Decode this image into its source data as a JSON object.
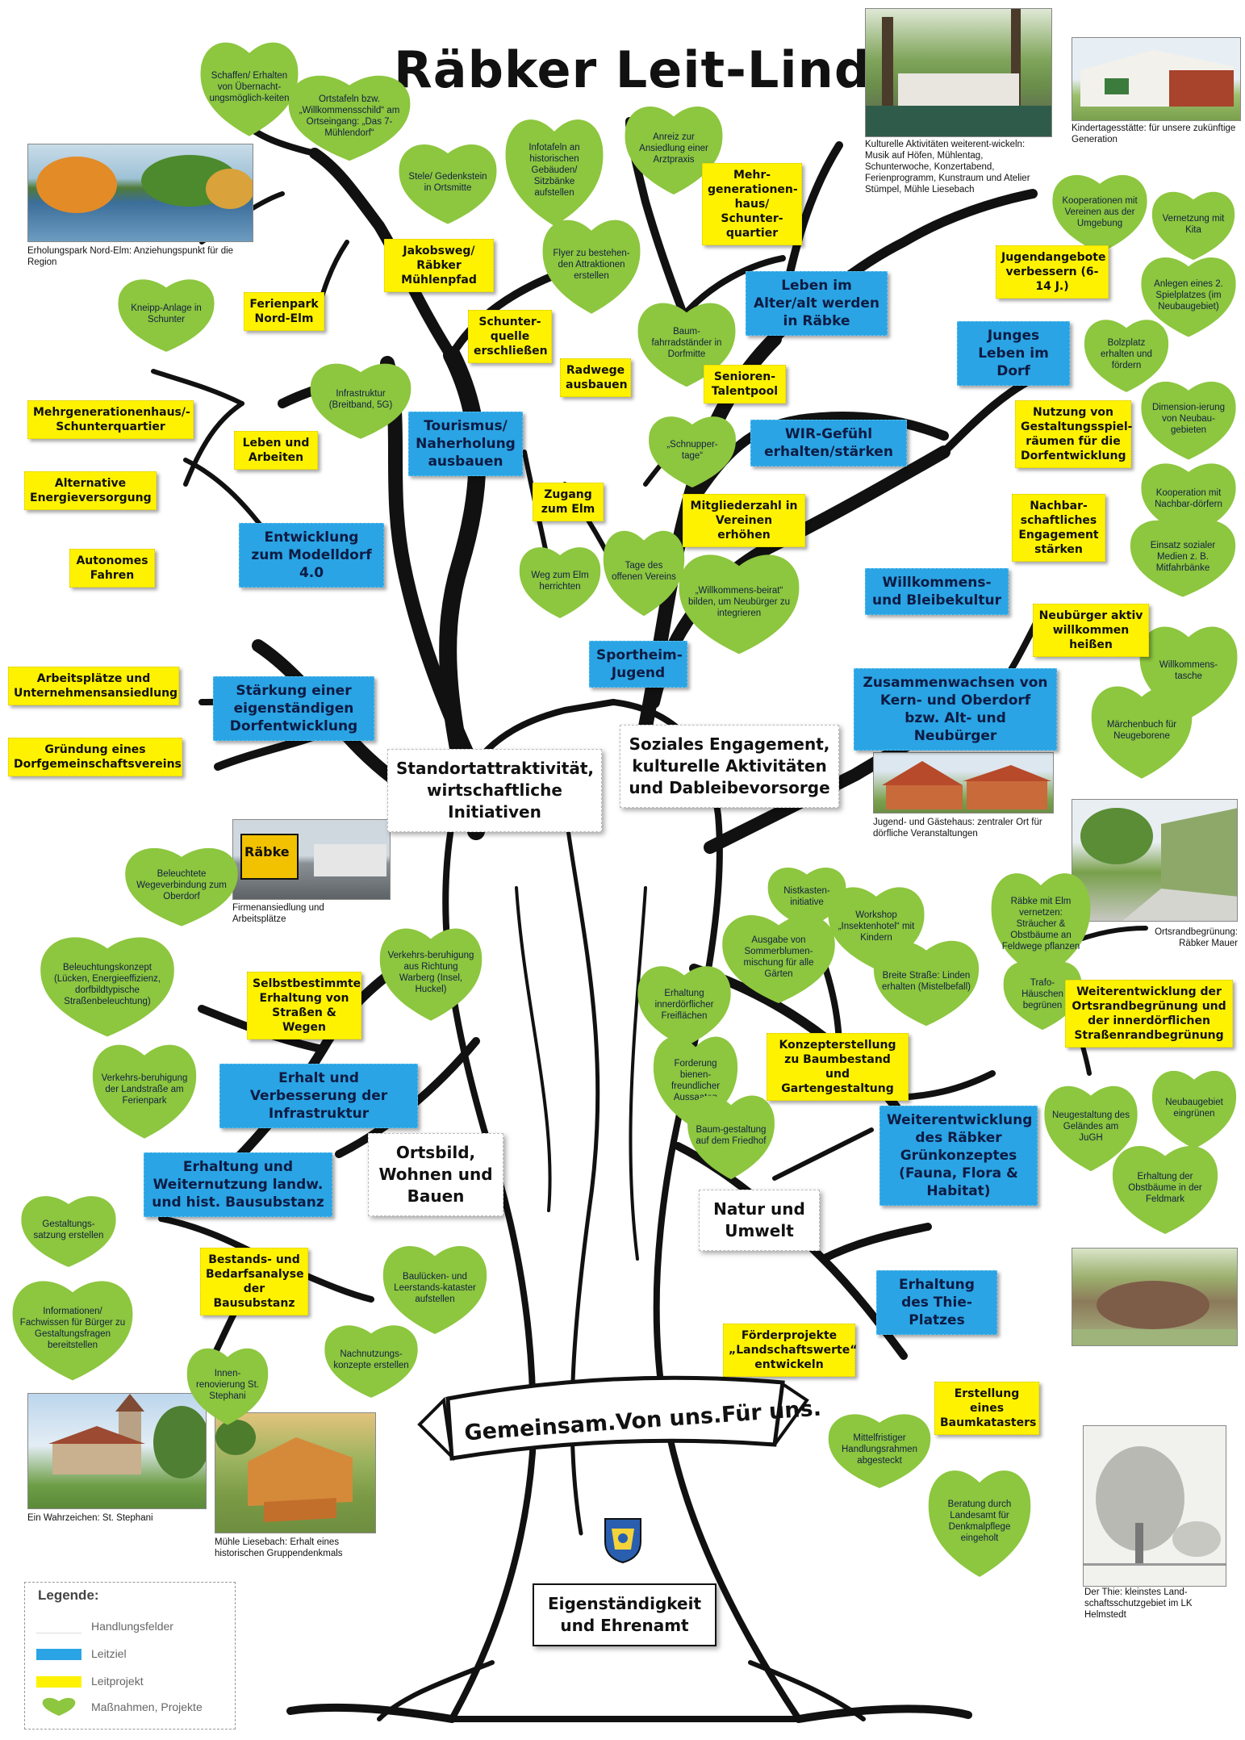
{
  "title": "Räbker Leit-Linde",
  "motto": "Gemeinsam.Von uns.Für uns.",
  "root_field": "Eigenständigkeit und Ehrenamt",
  "fields": {
    "standort": "Standortattraktivität, wirtschaftliche Initiativen",
    "sozial": "Soziales Engagement, kulturelle Aktivitäten und Dableibevorsorge",
    "ortsbild": "Ortsbild, Wohnen und Bauen",
    "natur": "Natur und Umwelt"
  },
  "leitziele": {
    "tourismus": "Tourismus/ Naherholung ausbauen",
    "modelldorf": "Entwicklung zum Modelldorf 4.0",
    "staerkung": "Stärkung einer eigenständigen Dorfentwicklung",
    "alter": "Leben im Alter/alt werden in Räbke",
    "junges": "Junges Leben im Dorf",
    "wir": "WIR-Gefühl erhalten/stärken",
    "willkommen": "Willkommens- und Bleibekultur",
    "sportheim": "Sportheim-Jugend",
    "zusammen": "Zusammenwachsen von Kern- und Oberdorf bzw. Alt- und Neubürger",
    "infrastruktur": "Erhalt und Verbesserung der Infrastruktur",
    "landw": "Erhaltung und Weiternutzung landw. und hist. Bausubstanz",
    "gruen": "Weiterentwicklung des Räbker Grünkonzeptes (Fauna, Flora & Habitat)",
    "thie": "Erhaltung des Thie-Platzes"
  },
  "leitprojekte": {
    "jakobsweg": "Jakobsweg/ Räbker Mühlenpfad",
    "ferienpark": "Ferienpark Nord-Elm",
    "schunterquelle": "Schunter-quelle erschließen",
    "radwege": "Radwege ausbauen",
    "zugang": "Zugang zum Elm",
    "mgh_schunter": "Mehr-generationen-haus/ Schunter-quartier",
    "senioren": "Senioren-Talentpool",
    "jugendangebote": "Jugendangebote verbessern (6-14 J.)",
    "mitglieder": "Mitgliederzahl in Vereinen erhöhen",
    "nutzung": "Nutzung von Gestaltungsspiel-räumen für die Dorfentwicklung",
    "nachbar": "Nachbar-schaftliches Engagement stärken",
    "neubuerger": "Neubürger aktiv willkommen heißen",
    "mgh_left": "Mehrgenerationenhaus/-Schunterquartier",
    "leben_arbeiten": "Leben und Arbeiten",
    "energie": "Alternative Energieversorgung",
    "autonom": "Autonomes Fahren",
    "arbeitsplaetze": "Arbeitsplätze und Unternehmensansiedlung",
    "verein": "Gründung eines Dorfgemeinschaftsvereins",
    "selbst": "Selbstbestimmte Erhaltung von Straßen & Wegen",
    "bestand": "Bestands- und Bedarfsanalyse der Bausubstanz",
    "konzept": "Konzepterstellung zu Baumbestand und Gartengestaltung",
    "ortsrand": "Weiterentwicklung der Ortsrandbegrünung und der innerdörflichen Straßenrandbegrünung",
    "landschaftswerte": "Förderprojekte „Landschaftswerte“ entwickeln",
    "baumkataster": "Erstellung eines Baumkatasters"
  },
  "leaves": {
    "schaffen": "Schaffen/ Erhalten von Übernacht-ungsmöglich-keiten",
    "ortstafeln": "Ortstafeln bzw. „Willkommensschild“ am Ortseingang: „Das 7-Mühlendorf“",
    "stele": "Stele/ Gedenkstein in Ortsmitte",
    "infotafeln": "Infotafeln an historischen Gebäuden/ Sitzbänke aufstellen",
    "flyer": "Flyer zu bestehen-den Attraktionen erstellen",
    "anreiz": "Anreiz zur Ansiedlung einer Arztpraxis",
    "kneipp": "Kneipp-Anlage in Schunter",
    "baumfahrrad": "Baum-fahrradständer in Dorfmitte",
    "infrastruktur_leaf": "Infrastruktur (Breitband, 5G)",
    "schnupper": "„Schnupper-tage“",
    "tage": "Tage des offenen Vereins",
    "weg": "Weg zum Elm herrichten",
    "willkommensbeirat": "„Willkommens-beirat“ bilden, um Neubürger zu integrieren",
    "koop_vereine": "Kooperationen mit Vereinen aus der Umgebung",
    "vernetzung_kita": "Vernetzung mit Kita",
    "spielplatz": "Anlegen eines 2. Spielplatzes (im Neubaugebiet)",
    "bolzplatz": "Bolzplatz erhalten und fördern",
    "dimension": "Dimension-ierung von Neubau-gebieten",
    "koop_nachbar": "Kooperation mit Nachbar-dörfern",
    "soziale_medien": "Einsatz sozialer Medien z. B. Mitfahrbänke",
    "willkommenstasche": "Willkommens-tasche",
    "maerchenbuch": "Märchenbuch für Neugeborene",
    "beleuchtete": "Beleuchtete Wegeverbindung zum Oberdorf",
    "beleuchtungskonzept": "Beleuchtungskonzept (Lücken, Energieeffizienz, dorfbildtypische Straßenbeleuchtung)",
    "verkehrsberuhigung_warberg": "Verkehrs-beruhigung aus Richtung Warberg (Insel, Huckel)",
    "verkehrsberuhigung_landstrasse": "Verkehrs-beruhigung der Landstraße am Ferienpark",
    "gestaltungssatzung": "Gestaltungs-satzung erstellen",
    "informationen": "Informationen/ Fachwissen für Bürger zu Gestaltungsfragen bereitstellen",
    "bauluecken": "Baulücken- und Leerstands-kataster aufstellen",
    "innenrenovierung": "Innen-renovierung St. Stephani",
    "nachnutzung": "Nachnutzungs-konzepte erstellen",
    "nistkasten": "Nistkasten-initiative",
    "workshop": "Workshop „Insektenhotel“ mit Kindern",
    "ausgabe": "Ausgabe von Sommerblumen-mischung für alle Gärten",
    "breite": "Breite Straße: Linden erhalten (Mistelbefall)",
    "erhaltung_frei": "Erhaltung innerdörflicher Freiflächen",
    "forderung": "Forderung bienen-freundlicher Aussaaten",
    "baumgestaltung": "Baum-gestaltung auf dem Friedhof",
    "raebke_elm": "Räbke mit Elm vernetzen: Sträucher & Obstbäume an Feldwege pflanzen",
    "trafo": "Trafo-Häuschen begrünen",
    "neugestaltung": "Neugestaltung des Geländes am JuGH",
    "neubaugebiet": "Neubaugebiet eingrünen",
    "obstbaeume": "Erhaltung der Obstbäume in der Feldmark",
    "mittelfristiger": "Mittelfristiger Handlungsrahmen abgesteckt",
    "beratung": "Beratung durch Landesamt für Denkmalpflege eingeholt"
  },
  "photos": {
    "erholungspark": "Erholungspark Nord-Elm: Anziehungspunkt für die Region",
    "kulturelle": "Kulturelle Aktivitäten weiterent-wickeln: Musik auf Höfen, Mühlentag, Schunterwoche, Konzertabend, Ferienprogramm, Kunstraum und Atelier Stümpel, Mühle Liesebach",
    "kita": "Kindertagesstätte: für unsere zukünftige Generation",
    "firmen": "Firmenansiedlung und Arbeitsplätze",
    "firmen_sign": "Räbke",
    "jugendhaus": "Jugend- und Gästehaus: zentraler Ort für dörfliche Veranstaltungen",
    "ortsrand": "Ortsrandbegrünung: Räbker Mauer",
    "stephani": "Ein Wahrzeichen: St. Stephani",
    "muehle": "Mühle Liesebach: Erhalt eines historischen Gruppendenkmals",
    "thie": "Der Thie: kleinstes Land-schaftsschutzgebiet im LK Helmstedt"
  },
  "legend": {
    "title": "Legende:",
    "handlungsfelder": "Handlungsfelder",
    "leitziel": "Leitziel",
    "leitprojekt": "Leitprojekt",
    "massnahmen": "Maßnahmen, Projekte"
  },
  "colors": {
    "leitziel": "#2aa4e4",
    "leitprojekt": "#fff200",
    "leaf": "#8dc63f",
    "trunk": "#1a1a1a"
  }
}
